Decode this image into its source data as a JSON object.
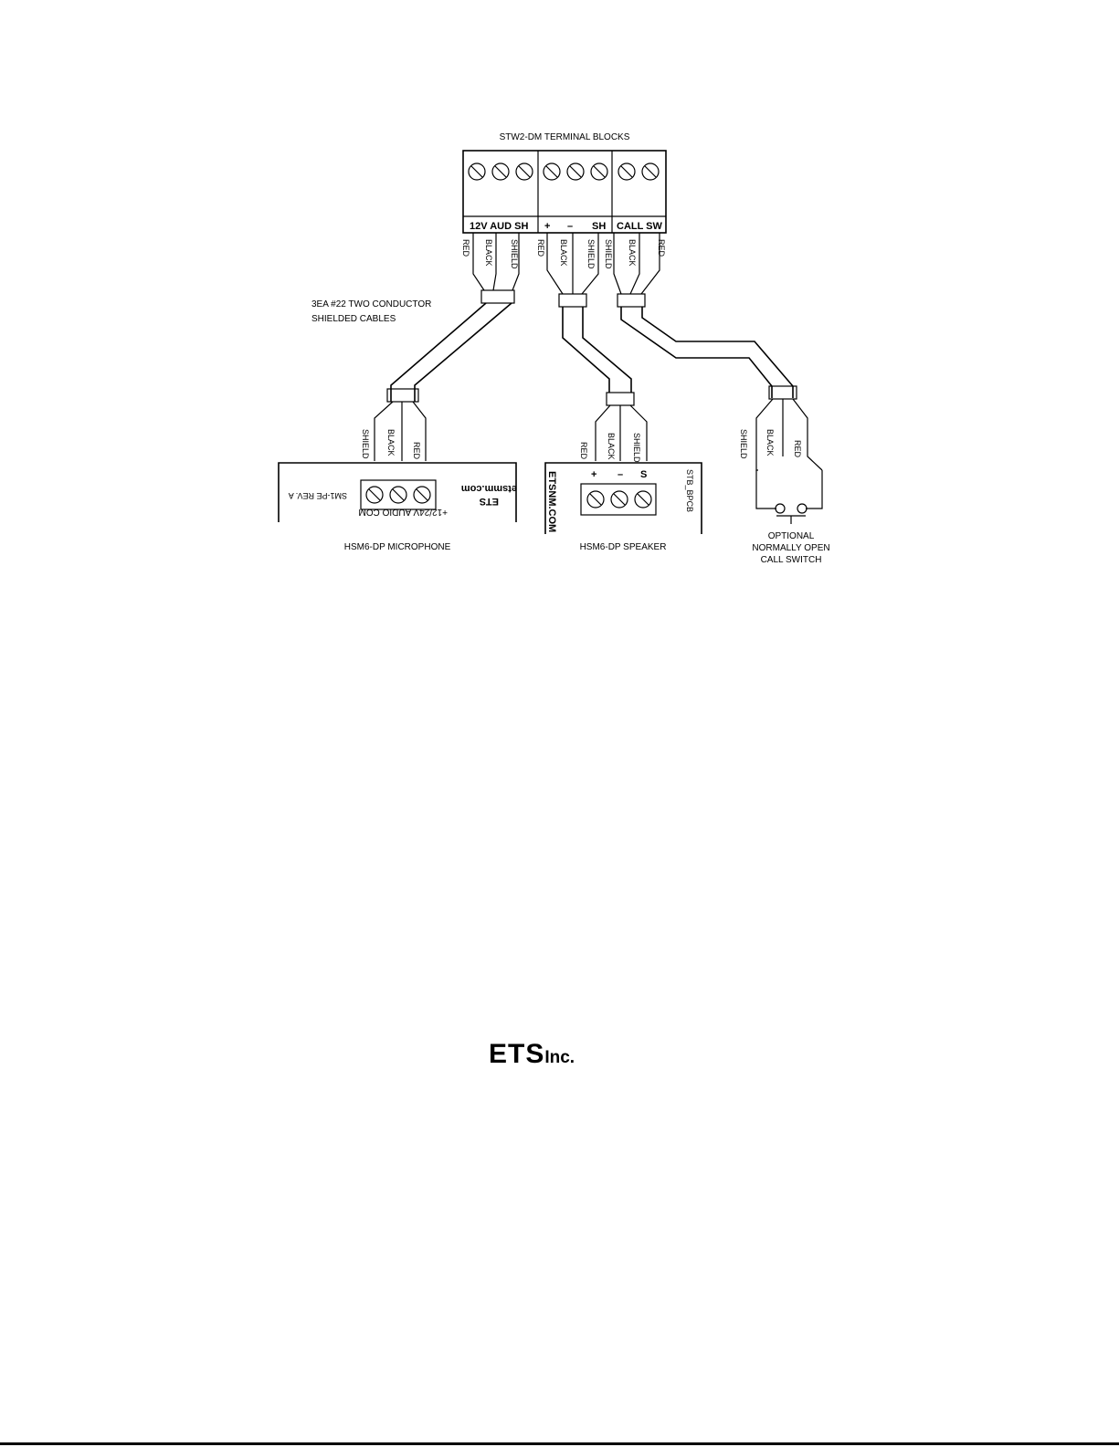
{
  "diagram": {
    "terminal_title": "STW2-DM TERMINAL BLOCKS",
    "terminal_labels": {
      "group1": "12V AUD SH",
      "plus": "+",
      "minus": "–",
      "sh": "SH",
      "group3": "CALL SW"
    },
    "wire_labels_top": [
      "RED",
      "BLACK",
      "SHIELD",
      "RED",
      "BLACK",
      "SHIELD",
      "SHIELD",
      "BLACK",
      "RED"
    ],
    "cable_note_line1": "3EA #22 TWO CONDUCTOR",
    "cable_note_line2": "SHIELDED CABLES",
    "mic": {
      "wire_labels": [
        "SHIELD",
        "BLACK",
        "RED"
      ],
      "terminal_labels": "+12/24V  AUDIO  COM",
      "brand": "ETS",
      "site": "etsmm.com",
      "rev": "SM1-PE REV. A",
      "caption": "HSM6-DP MICROPHONE"
    },
    "speaker": {
      "wire_labels": [
        "RED",
        "BLACK",
        "SHIELD"
      ],
      "plus": "+",
      "minus": "–",
      "s": "S",
      "pcb": "STB_BPCB",
      "site": "ETSNM.COM",
      "caption": "HSM6-DP SPEAKER"
    },
    "switch": {
      "wire_labels": [
        "SHIELD",
        "BLACK",
        "RED"
      ],
      "caption_line1": "OPTIONAL",
      "caption_line2": "NORMALLY OPEN",
      "caption_line3": "CALL SWITCH"
    }
  },
  "footer": {
    "logo_main": "ETS",
    "logo_suffix": "Inc."
  }
}
